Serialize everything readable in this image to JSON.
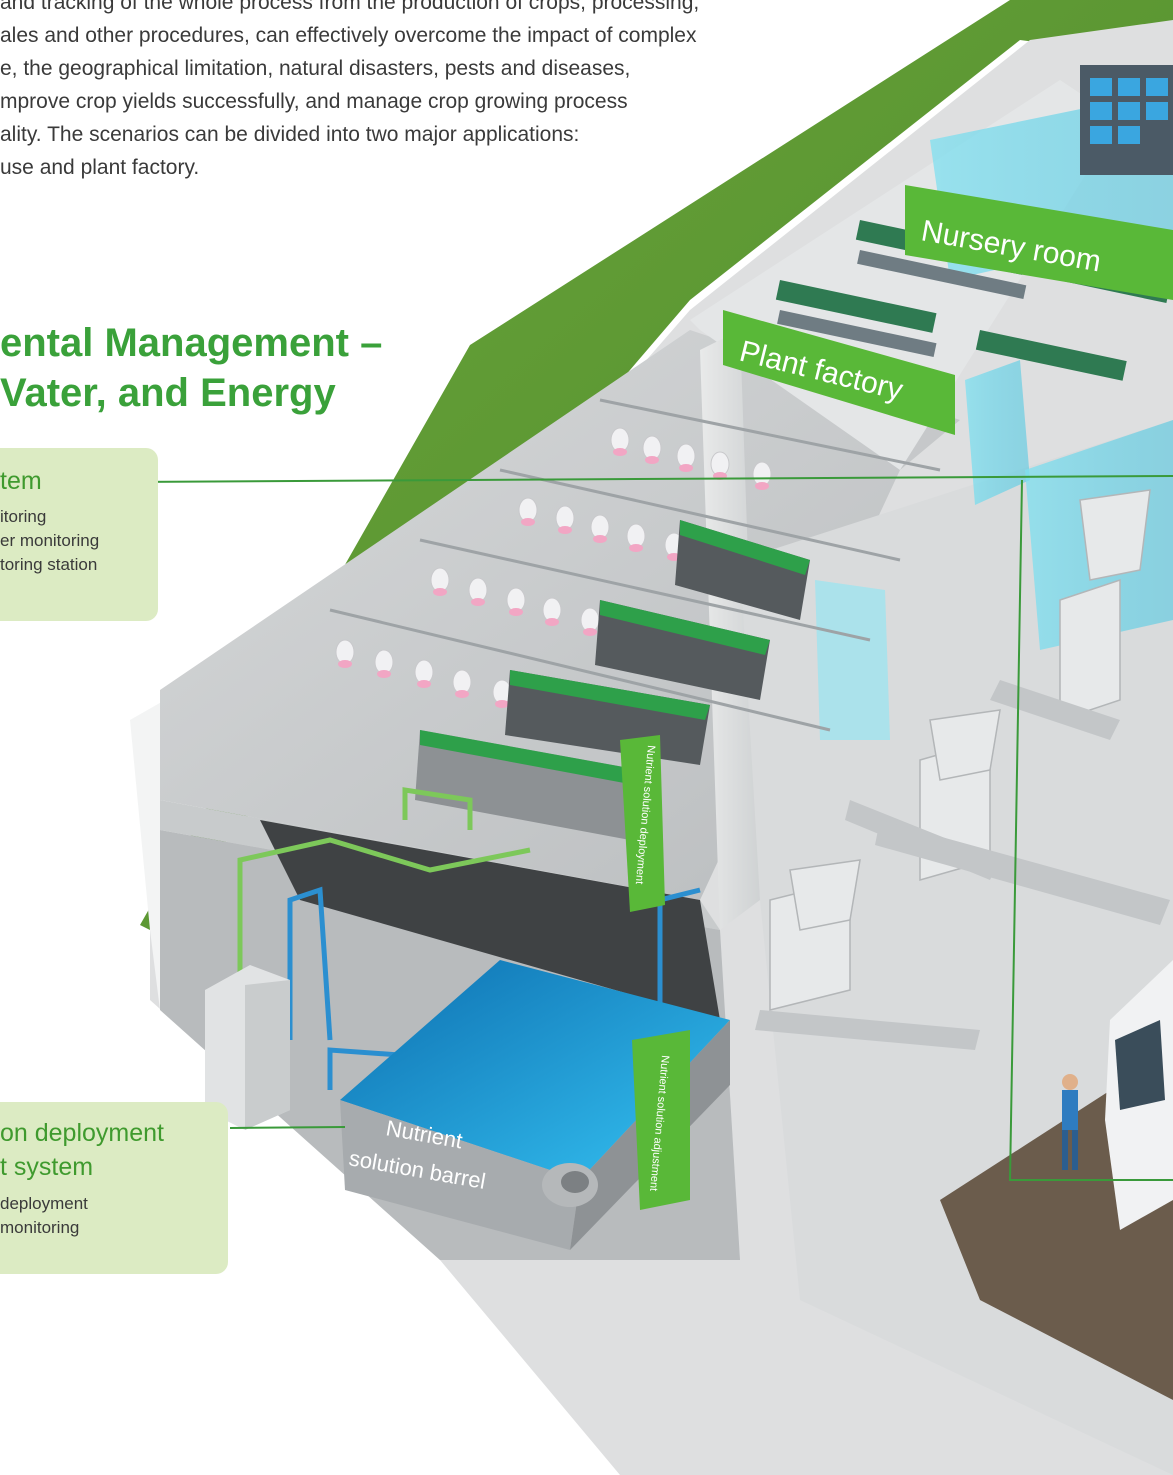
{
  "intro_lines": [
    "and tracking of the whole process from the production of crops, processing,",
    "ales and other procedures, can effectively overcome the impact of complex",
    "e, the geographical limitation, natural disasters, pests and diseases,",
    "mprove crop yields successfully, and manage crop growing process",
    "ality. The scenarios can be divided into two major applications:",
    "use and plant factory."
  ],
  "heading": {
    "line1": "ental Management –",
    "line2": "Vater, and Energy"
  },
  "callout_monitoring": {
    "title": "tem",
    "items": [
      "itoring",
      "er monitoring",
      "toring station"
    ]
  },
  "callout_nutrient": {
    "title_line1": "on deployment",
    "title_line2": "t system",
    "items": [
      "deployment",
      "monitoring"
    ]
  },
  "scene_labels": {
    "nursery_room": "Nursery room",
    "plant_factory": "Plant factory",
    "nutrient_deployment": "Nutrient solution deployment",
    "nutrient_adjustment": "Nutrient solution adjustment",
    "barrel_line1": "Nutrient",
    "barrel_line2": "solution barrel"
  },
  "colors": {
    "brand_green": "#3aa13a",
    "callout_bg": "#dcebc3",
    "sign_green": "#59b838",
    "water_blue": "#1fa8e6"
  }
}
